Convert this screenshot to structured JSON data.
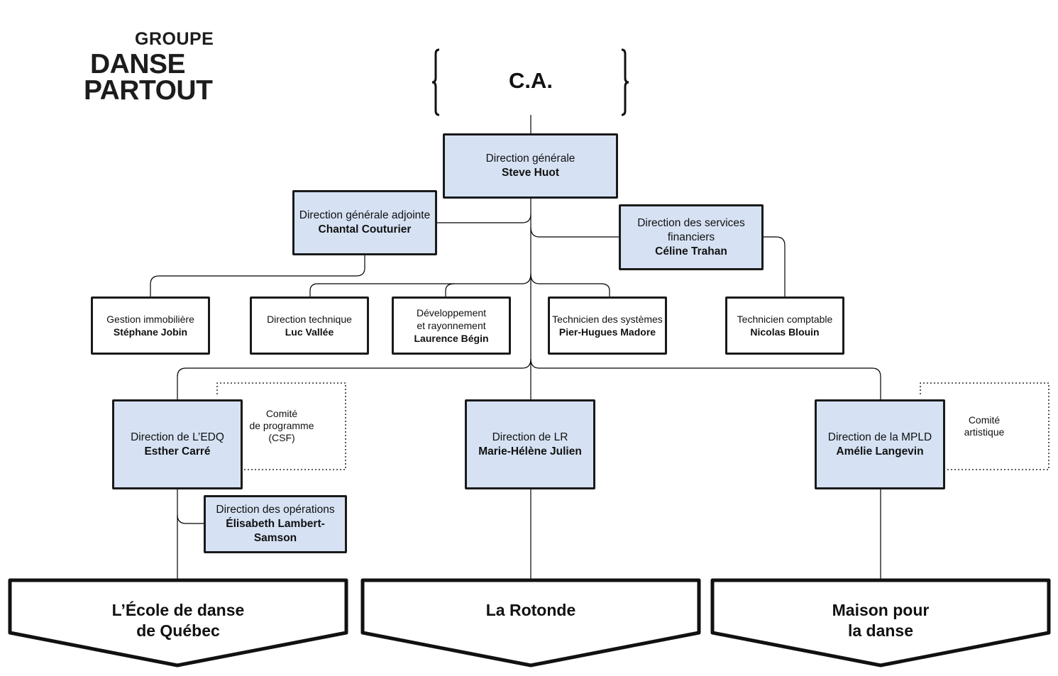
{
  "logo": {
    "line1": "GROUPE",
    "line2": "DANSE",
    "line3": "PARTOUT"
  },
  "board": {
    "label": "C.A."
  },
  "director_general": {
    "title": "Direction générale",
    "name": "Steve Huot"
  },
  "deputy_director": {
    "title": "Direction générale adjointe",
    "name": "Chantal Couturier"
  },
  "finance_director": {
    "title": "Direction des services financiers",
    "name": "Céline Trahan"
  },
  "staff": [
    {
      "title": "Gestion immobilière",
      "name": "Stéphane Jobin"
    },
    {
      "title": "Direction technique",
      "name": "Luc Vallée"
    },
    {
      "title": "Développement",
      "title2": "et rayonnement",
      "name": "Laurence Bégin"
    },
    {
      "title": "Technicien des systèmes",
      "name": "Pier-Hugues Madore"
    },
    {
      "title": "Technicien comptable",
      "name": "Nicolas Blouin"
    }
  ],
  "edq_director": {
    "title": "Direction de L’EDQ",
    "name": "Esther Carré"
  },
  "lr_director": {
    "title": "Direction de LR",
    "name": "Marie-Hélène Julien"
  },
  "mpld_director": {
    "title": "Direction de la MPLD",
    "name": "Amélie Langevin"
  },
  "operations_director": {
    "title": "Direction des opérations",
    "name": "Élisabeth Lambert-Samson"
  },
  "committees": {
    "program": {
      "line1": "Comité",
      "line2": "de programme",
      "line3": "(CSF)"
    },
    "artistic": {
      "line1": "Comité",
      "line2": "artistique"
    }
  },
  "entities": [
    {
      "line1": "L’École de danse",
      "line2": "de Québec"
    },
    {
      "line1": "La Rotonde"
    },
    {
      "line1": "Maison pour",
      "line2": "la danse"
    }
  ],
  "colors": {
    "box_fill": "#d6e2f4",
    "border": "#1a1a1a"
  }
}
